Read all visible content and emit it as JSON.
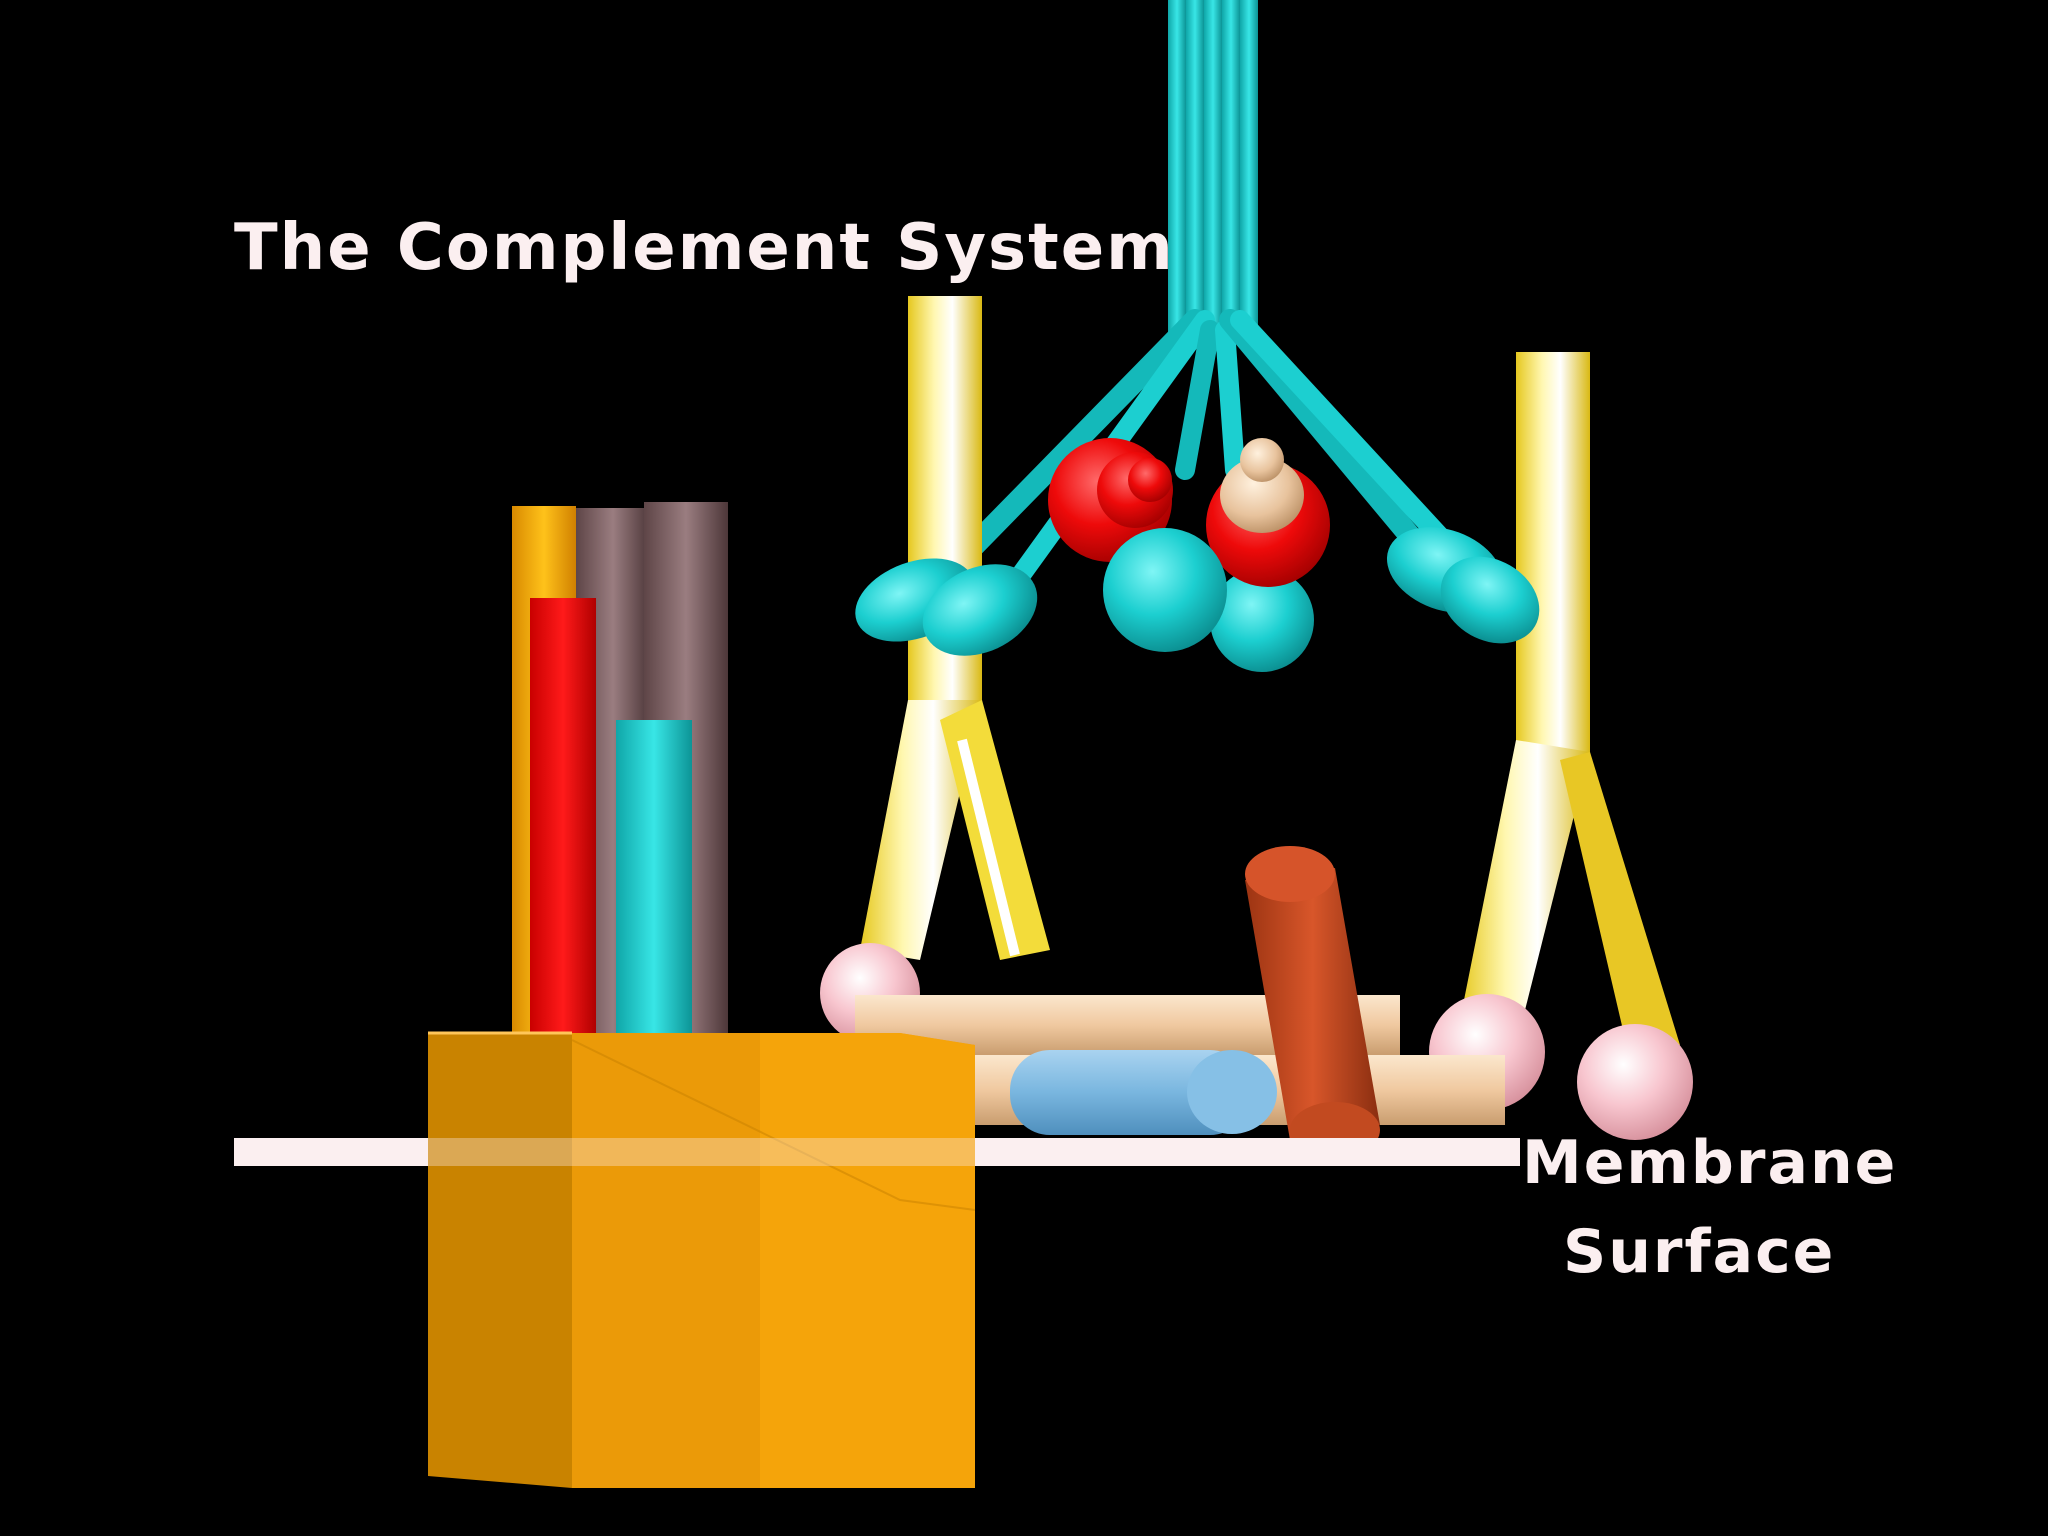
{
  "title": "The Complement System",
  "membrane_label": {
    "line1": "Membrane",
    "line2": "Surface"
  },
  "colors": {
    "background": "#000000",
    "text": "#fbeff0",
    "membrane": "#fbeff0",
    "antibody_yellow": "#f3dc3a",
    "c1q_cyan": "#1ccfd0",
    "c1r_c1s_red": "#ee0a0a",
    "tan": "#f0c9a0",
    "mac_orange": "#f5a40a",
    "pink_ball": "#f8c6cf",
    "light_blue": "#79b6df",
    "rust": "#c94a20",
    "mauve": "#8e7073"
  }
}
